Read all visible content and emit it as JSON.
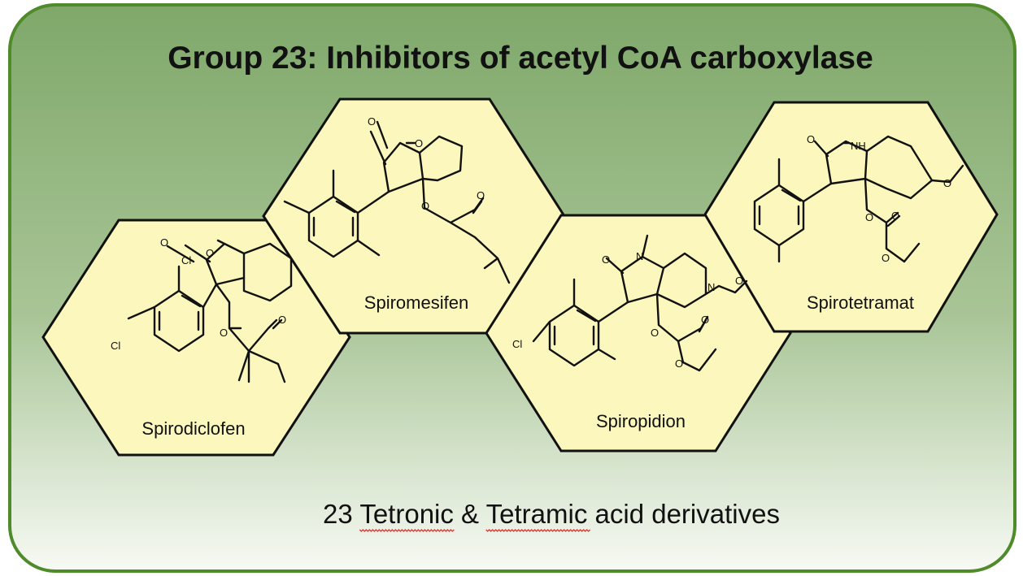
{
  "panel": {
    "title": "Group 23: Inhibitors of acetyl  CoA carboxylase",
    "footer_parts": [
      "23 ",
      "Tetronic",
      " & ",
      "Tetramic",
      " acid derivatives"
    ],
    "colors": {
      "border": "#4f8a2b",
      "gradient_top": "#7fa86a",
      "gradient_mid": "#a9c597",
      "gradient_bottom": "#f7faf4",
      "hexagon_fill": "#fbf7bd",
      "hexagon_stroke": "#111111",
      "spell_underline": "#e0302a"
    }
  },
  "compounds": [
    {
      "name": "Spirodiclofen",
      "atoms": [
        "O",
        "O",
        "Cl",
        "Cl",
        "O",
        "O"
      ]
    },
    {
      "name": "Spiromesifen",
      "atoms": [
        "O",
        "O",
        "O",
        "O"
      ]
    },
    {
      "name": "Spiropidion",
      "atoms": [
        "O",
        "N",
        "N",
        "O",
        "Cl",
        "O",
        "O",
        "O"
      ]
    },
    {
      "name": "Spirotetramat",
      "atoms": [
        "O",
        "NH",
        "O",
        "O",
        "O",
        "O"
      ]
    }
  ]
}
